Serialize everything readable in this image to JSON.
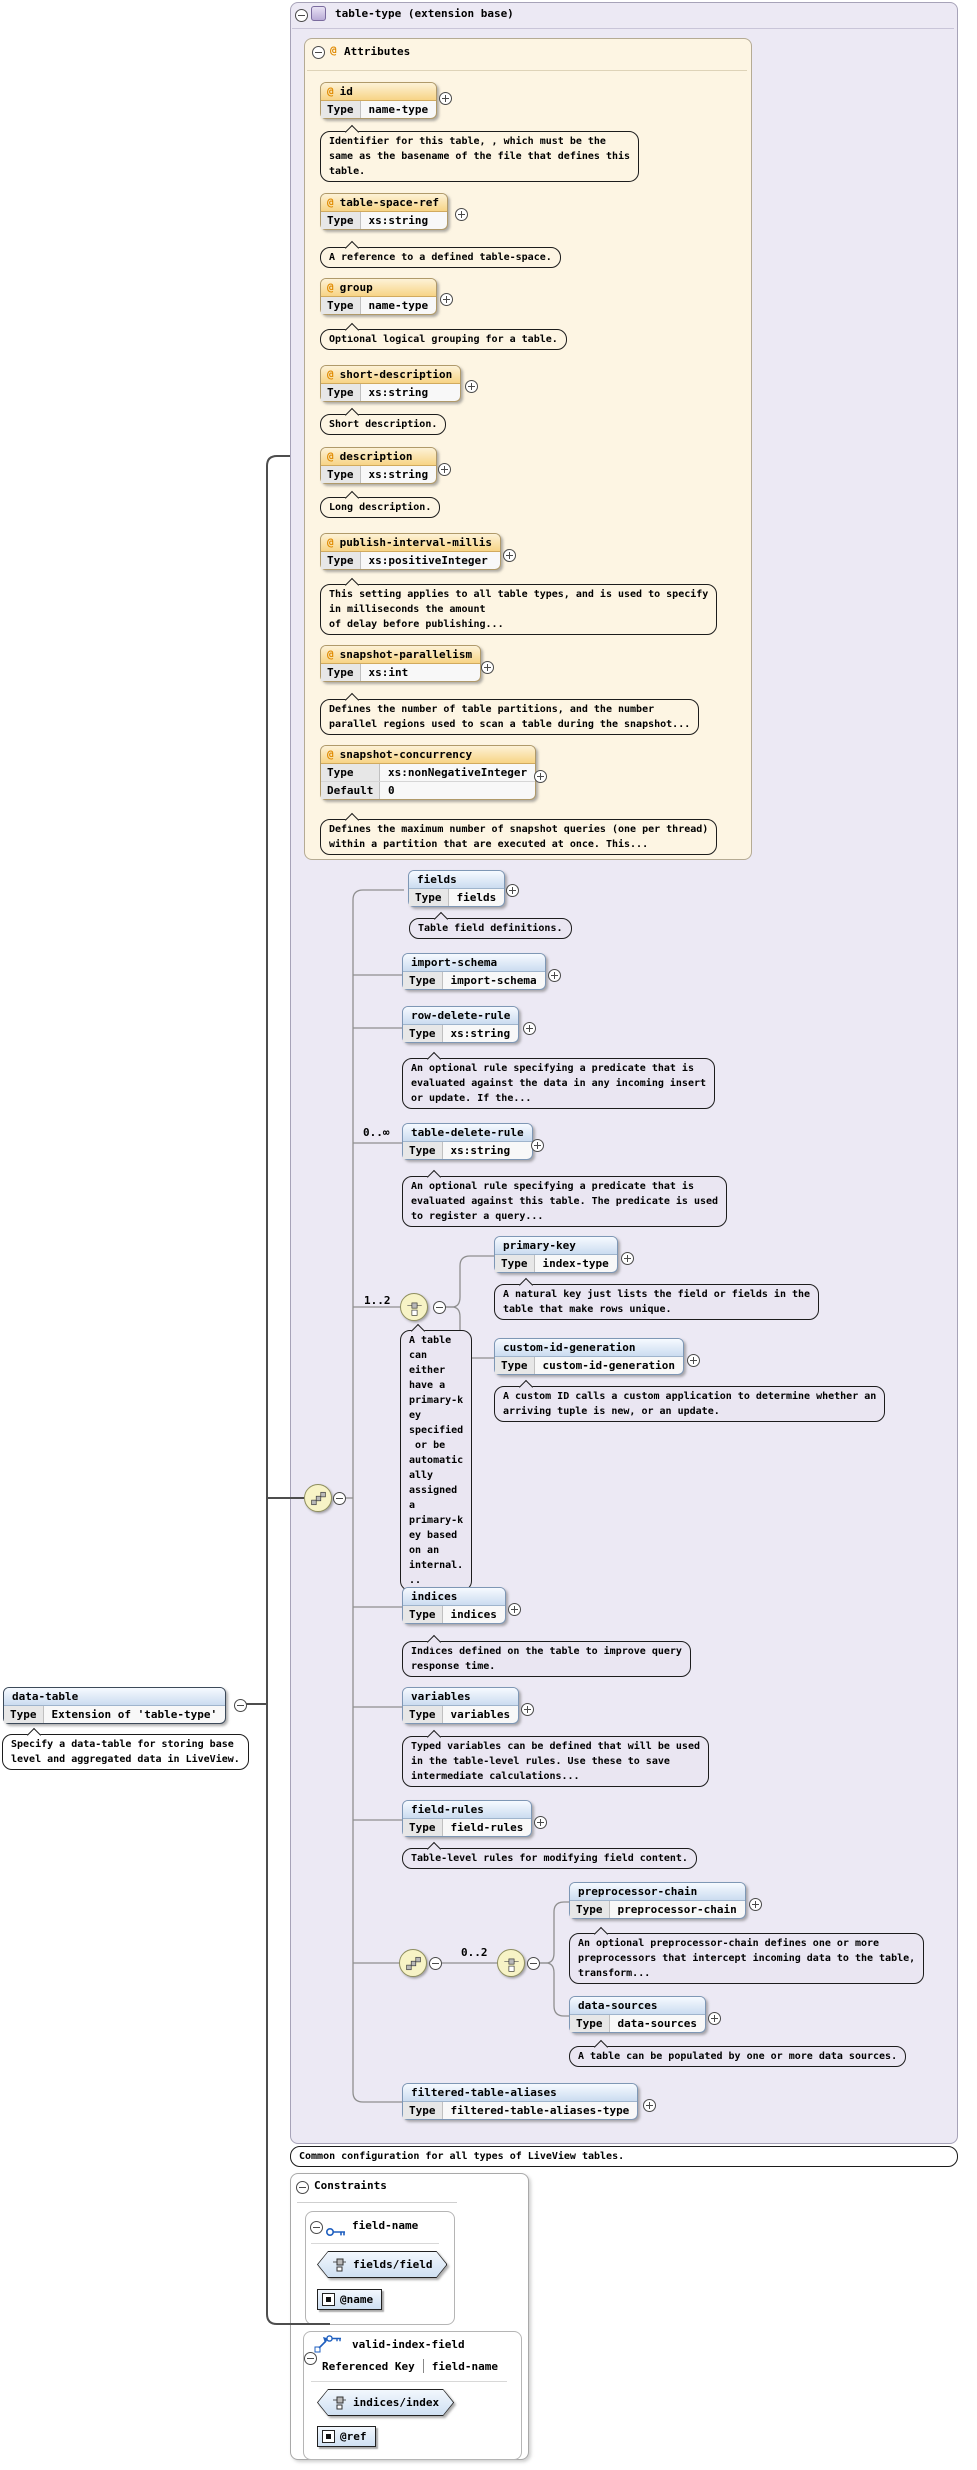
{
  "root": {
    "name": "data-table",
    "type_value": "Extension of 'table-type'",
    "note": "Specify a data-table for storing base\nlevel and aggregated data in LiveView."
  },
  "panel": {
    "title": "table-type (extension base)",
    "footer_note": "Common configuration for all types of LiveView tables."
  },
  "labels": {
    "type": "Type",
    "default": "Default",
    "at": "@",
    "attributes": "Attributes",
    "constraints": "Constraints",
    "referenced_key": "Referenced Key"
  },
  "occurrence": {
    "table_delete_rule": "0..∞",
    "primary_key_choice": "1..2",
    "sources_group": "0..2"
  },
  "choice_note": "A table\ncan\neither\nhave a\nprimary-k\ney\nspecified\n or be\nautomatic\nally\nassigned\na\nprimary-k\ney based\non an\ninternal.\n..",
  "attributes": [
    {
      "name": "id",
      "type": "name-type",
      "note": "Identifier for this table, , which must be the\nsame as the basename of the file that defines this\ntable."
    },
    {
      "name": "table-space-ref",
      "type": "xs:string",
      "note": "A reference to a defined table-space."
    },
    {
      "name": "group",
      "type": "name-type",
      "note": "Optional logical grouping for a table."
    },
    {
      "name": "short-description",
      "type": "xs:string",
      "note": "Short description."
    },
    {
      "name": "description",
      "type": "xs:string",
      "note": "Long description."
    },
    {
      "name": "publish-interval-millis",
      "type": "xs:positiveInteger",
      "note": "This setting applies to all table types, and is used to specify\nin milliseconds the amount\nof delay before publishing..."
    },
    {
      "name": "snapshot-parallelism",
      "type": "xs:int",
      "note": "Defines the number of table partitions, and the number\nparallel regions used to scan a table during the snapshot..."
    },
    {
      "name": "snapshot-concurrency",
      "type": "xs:nonNegativeInteger",
      "default": "0",
      "note": "Defines the maximum number of snapshot queries (one per thread)\nwithin a partition that are executed at once. This..."
    }
  ],
  "elements": [
    {
      "name": "fields",
      "type": "fields",
      "note": "Table field definitions."
    },
    {
      "name": "import-schema",
      "type": "import-schema"
    },
    {
      "name": "row-delete-rule",
      "type": "xs:string",
      "note": "An optional rule specifying a predicate that is\nevaluated against the data in any incoming insert\nor update. If the..."
    },
    {
      "name": "table-delete-rule",
      "type": "xs:string",
      "note": "An optional rule specifying a predicate that is\nevaluated against this table. The predicate is used\nto register a query..."
    },
    {
      "name": "primary-key",
      "type": "index-type",
      "note": "A natural key just lists the field or fields in the\ntable that make rows unique."
    },
    {
      "name": "custom-id-generation",
      "type": "custom-id-generation",
      "note": "A custom ID calls a custom application to determine whether an\narriving tuple is new, or an update."
    },
    {
      "name": "indices",
      "type": "indices",
      "note": "Indices defined on the table to improve query\nresponse time."
    },
    {
      "name": "variables",
      "type": "variables",
      "note": "Typed variables can be defined that will be used\nin the table-level rules. Use these to save\nintermediate calculations..."
    },
    {
      "name": "field-rules",
      "type": "field-rules",
      "note": "Table-level rules for modifying field content."
    },
    {
      "name": "preprocessor-chain",
      "type": "preprocessor-chain",
      "note": "An optional preprocessor-chain defines one or more\npreprocessors that intercept incoming data to the table,\ntransform..."
    },
    {
      "name": "data-sources",
      "type": "data-sources",
      "note": "A table can be populated by one or more data sources."
    },
    {
      "name": "filtered-table-aliases",
      "type": "filtered-table-aliases-type"
    }
  ],
  "constraints": {
    "field_name": {
      "title": "field-name",
      "selector": "fields/field",
      "field": "@name"
    },
    "valid_index_field": {
      "title": "valid-index-field",
      "ref_value": "field-name",
      "selector": "indices/index",
      "field": "@ref"
    }
  },
  "colors": {
    "panel_bg": "#ece9f4",
    "attributes_bg": "#fdf5e3",
    "element_header": "#cbdcf0",
    "attribute_header": "#f7d486",
    "compositor_bg": "#f7f3c6",
    "key_icon": "#1f5fbf",
    "at_sign": "#e08a00"
  }
}
